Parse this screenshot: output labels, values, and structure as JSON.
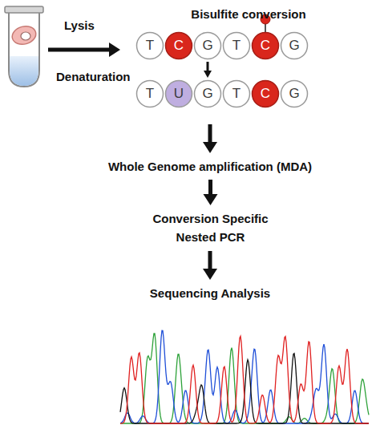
{
  "diagram": {
    "nodes": [
      {
        "text": [
          "Bisulfite conversion"
        ]
      },
      {
        "text": [
          "T"
        ],
        "in": 0
      },
      {
        "text": [
          "C"
        ],
        "in": 0
      },
      {
        "text": [
          "G"
        ],
        "in": 0
      },
      {
        "text": [
          "T"
        ],
        "in": 0
      },
      {
        "text": [
          "C"
        ],
        "in": 0
      },
      {
        "text": [
          "G"
        ],
        "in": 0
      },
      {
        "text": [
          "T"
        ],
        "in": 0
      },
      {
        "text": [
          "U"
        ],
        "in": 0
      },
      {
        "text": [
          "G"
        ],
        "in": 0
      },
      {
        "text": [
          "T"
        ],
        "in": 0
      },
      {
        "text": [
          "C"
        ],
        "in": 0
      },
      {
        "text": [
          "G"
        ],
        "in": 0
      },
      {
        "text": [
          "Whole Genome amplification (MDA)"
        ]
      },
      {
        "text": [
          "Conversion Specific Nested PCR"
        ]
      },
      {
        "text": [
          "Sequencing Analysis"
        ]
      }
    ],
    "edges": [
      {
        "from": 0,
        "to": 13,
        "arrow": "to"
      },
      {
        "from": 3,
        "to": 9,
        "arrow": "to"
      },
      {
        "from": 13,
        "to": 14,
        "arrow": "to"
      },
      {
        "from": 14,
        "to": 15,
        "arrow": "to"
      }
    ],
    "labels": [
      "Lysis",
      "Denaturation"
    ]
  }
}
